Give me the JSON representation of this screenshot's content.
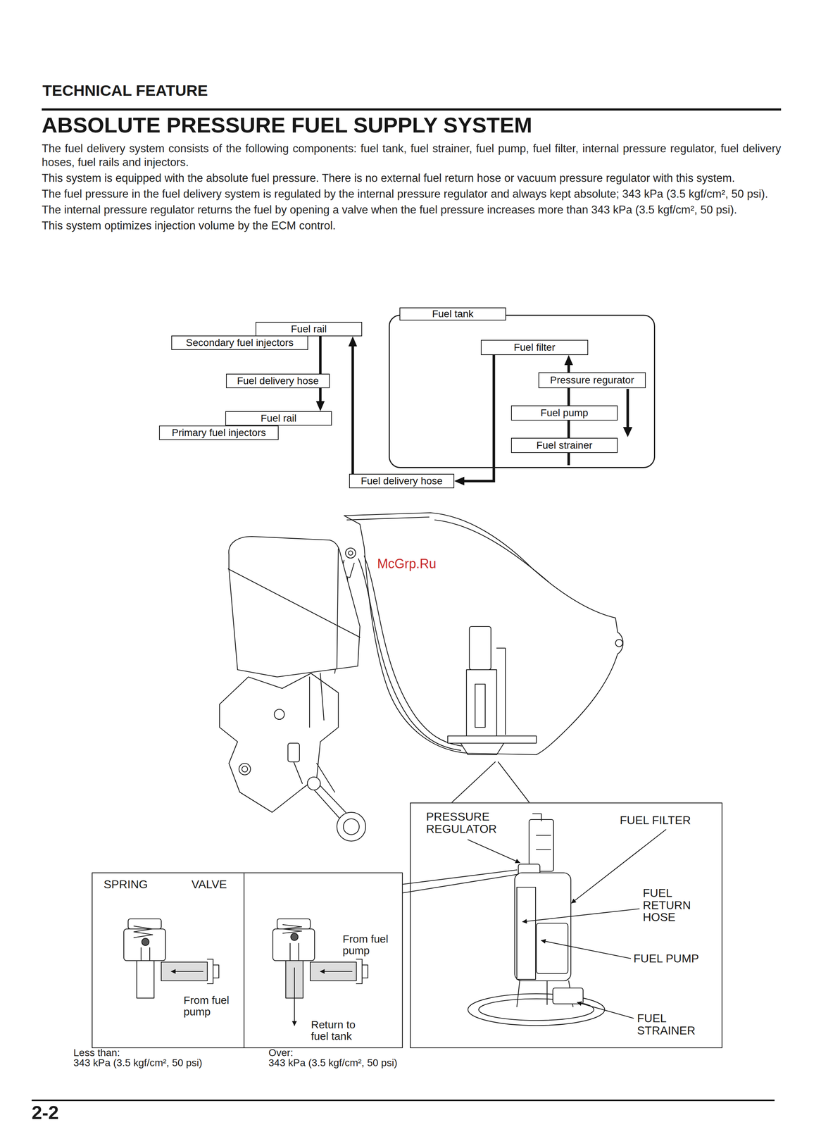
{
  "diagram": {
    "title": "ABSOLUTE PRESSURE FUEL SUPPLY SYSTEM",
    "nodes": [
      {
        "text": [
          "Fuel tank"
        ]
      },
      {
        "text": [
          "Fuel filter"
        ],
        "in": 0
      },
      {
        "text": [
          "Pressure regurator"
        ],
        "in": 0
      },
      {
        "text": [
          "Fuel pump"
        ],
        "in": 0
      },
      {
        "text": [
          "Fuel strainer"
        ],
        "in": 0
      },
      {
        "text": [
          "Fuel rail"
        ]
      },
      {
        "text": [
          "Secondary fuel injectors"
        ]
      },
      {
        "text": [
          "Fuel delivery hose"
        ]
      },
      {
        "text": [
          "Fuel rail"
        ]
      },
      {
        "text": [
          "Primary fuel injectors"
        ]
      },
      {
        "text": [
          "Fuel delivery hose"
        ]
      }
    ],
    "edges": [
      {
        "from": 4,
        "to": 3,
        "arrow": "none"
      },
      {
        "from": 3,
        "to": 2,
        "arrow": "none"
      },
      {
        "from": 2,
        "to": 1,
        "arrow": "to"
      },
      {
        "from": 1,
        "to": 10,
        "arrow": "to"
      },
      {
        "from": 10,
        "to": 5,
        "arrow": "to"
      },
      {
        "from": 5,
        "to": 7,
        "arrow": "none"
      },
      {
        "from": 7,
        "to": 8,
        "arrow": "to"
      }
    ],
    "labels": [
      "TECHNICAL FEATURE",
      "The fuel delivery system consists of the following components: fuel tank, fuel strainer, fuel pump, fuel filter, internal pressure regulator, fuel delivery hoses, fuel rails and injectors.",
      "This system is equipped with the absolute fuel pressure. There is no external fuel return hose or vacuum pressure regulator with this system.",
      "The fuel pressure in the fuel delivery system is regulated by the internal pressure regulator and always kept absolute; 343 kPa (3.5 kgf/cm², 50 psi).",
      "The internal pressure regulator returns the fuel by opening a valve when the fuel pressure increases more than 343 kPa (3.5 kgf/cm², 50 psi).",
      "This system optimizes injection volume by the ECM control.",
      "McGrp.Ru",
      "PRESSURE REGULATOR",
      "FUEL FILTER",
      "SPRING",
      "VALVE",
      "FUEL RETURN HOSE",
      "From fuel pump",
      "FUEL PUMP",
      "From fuel pump",
      "FUEL STRAINER",
      "Return to fuel tank",
      "Less than:",
      "343 kPa (3.5 kgf/cm², 50 psi)",
      "Over:",
      "343 kPa (3.5 kgf/cm², 50 psi)",
      "2-2"
    ]
  }
}
